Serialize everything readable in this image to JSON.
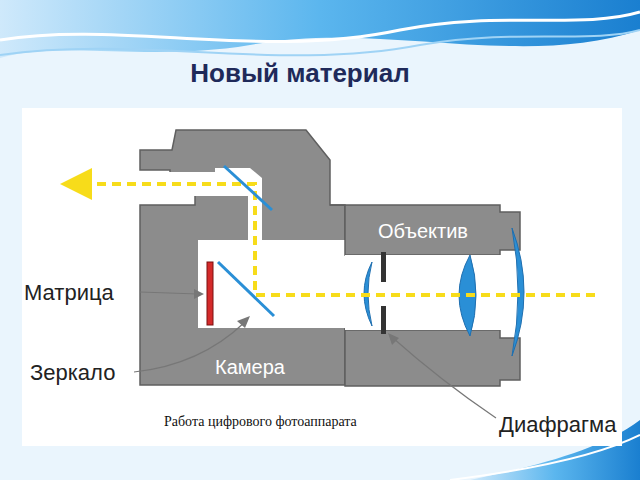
{
  "diagram": {
    "title": "Новый материал",
    "caption": "Работа цифрового фотоаппарата",
    "nodes": [
      {
        "text": [
          "Объектив"
        ]
      },
      {
        "text": [
          "Камера"
        ]
      }
    ],
    "labels": [
      "Матрица",
      "Зеркало",
      "Диафрагма"
    ]
  }
}
